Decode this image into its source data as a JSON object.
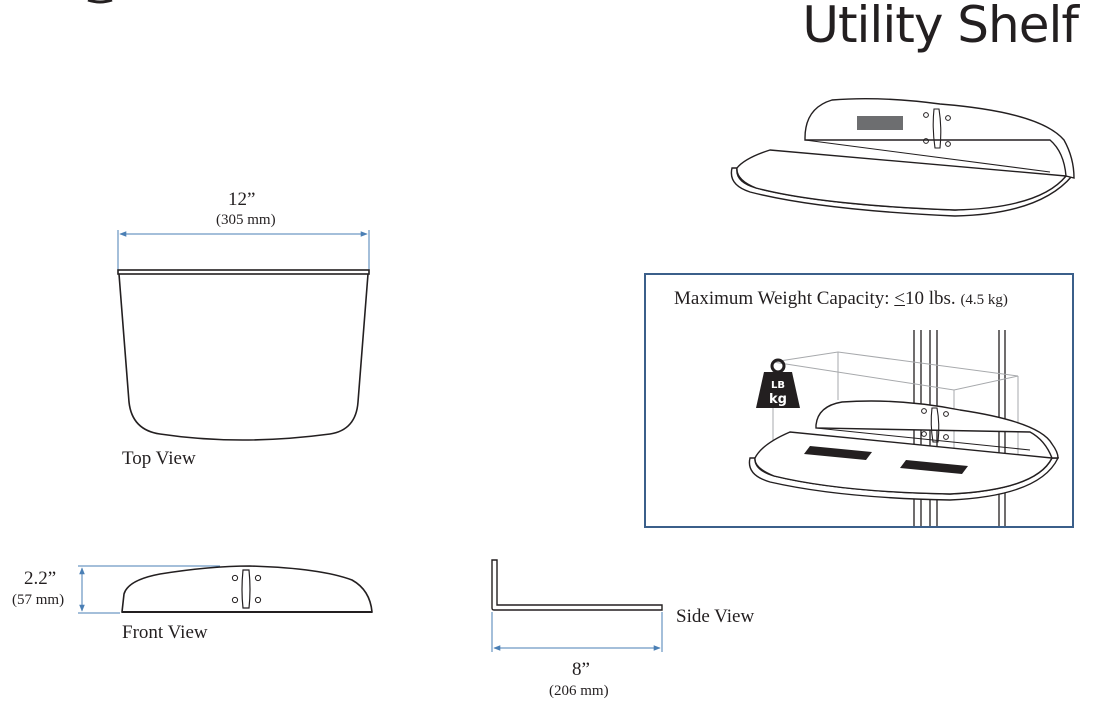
{
  "title": "Utility Shelf",
  "top_view": {
    "width_in": "12”",
    "width_mm": "(305 mm)",
    "label": "Top View"
  },
  "front_view": {
    "height_in": "2.2”",
    "height_mm": "(57 mm)",
    "label": "Front View"
  },
  "side_view": {
    "depth_in": "8”",
    "depth_mm": "(206 mm)",
    "label": "Side View"
  },
  "capacity": {
    "prefix": "Maximum Weight Capacity: ",
    "le": "<",
    "value": "10 lbs.",
    "metric": "(4.5 kg)",
    "weight_icon_top": "LB",
    "weight_icon_bottom": "kg"
  },
  "colors": {
    "dimension_line": "#4a7fb5",
    "box_border": "#3b5f8a",
    "ink": "#231f20"
  }
}
